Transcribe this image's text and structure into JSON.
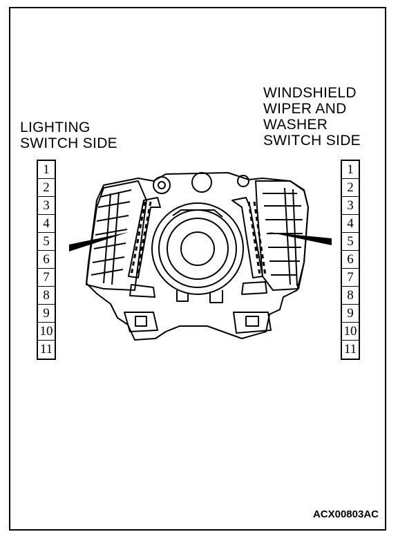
{
  "labels": {
    "left_line1": "LIGHTING",
    "left_line2": "SWITCH SIDE",
    "right_line1": "WINDSHIELD",
    "right_line2": "WIPER AND",
    "right_line3": "WASHER",
    "right_line4": "SWITCH SIDE"
  },
  "pins": {
    "left": [
      "1",
      "2",
      "3",
      "4",
      "5",
      "6",
      "7",
      "8",
      "9",
      "10",
      "11"
    ],
    "right": [
      "1",
      "2",
      "3",
      "4",
      "5",
      "6",
      "7",
      "8",
      "9",
      "10",
      "11"
    ]
  },
  "figure_code": "ACX00803AC"
}
